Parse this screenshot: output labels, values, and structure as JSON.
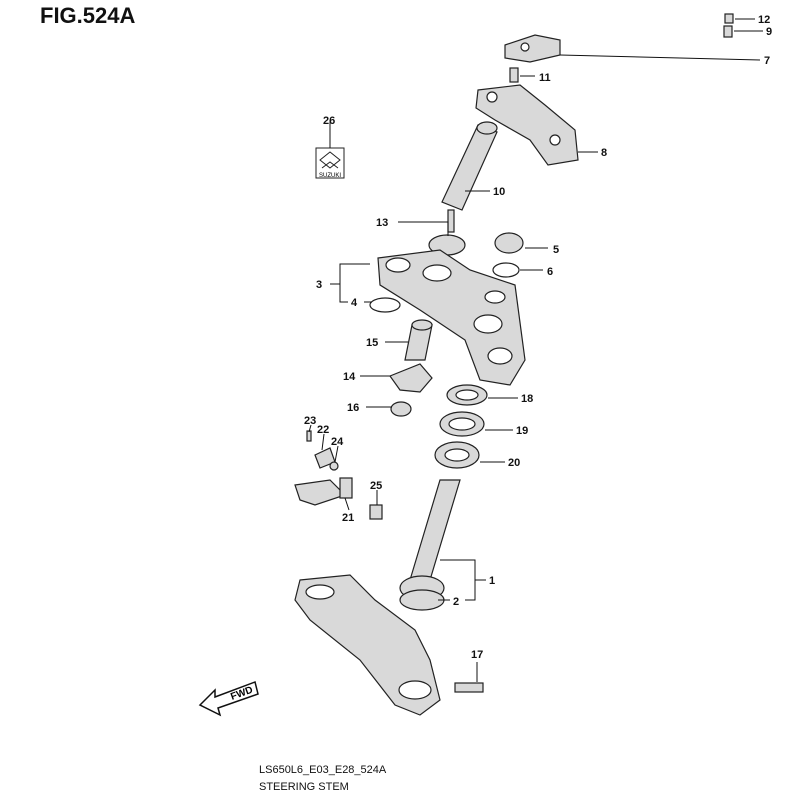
{
  "title": "FIG.524A",
  "footer": {
    "code": "LS650L6_E03_E28_524A",
    "name": "STEERING STEM"
  },
  "logo": {
    "text": "SUZUKI"
  },
  "fwd_label": "FWD",
  "callouts": {
    "c1": "1",
    "c2": "2",
    "c3": "3",
    "c4": "4",
    "c5": "5",
    "c6": "6",
    "c7": "7",
    "c8": "8",
    "c9": "9",
    "c10": "10",
    "c11": "11",
    "c12": "12",
    "c13": "13",
    "c14": "14",
    "c15": "15",
    "c16": "16",
    "c17": "17",
    "c18": "18",
    "c19": "19",
    "c20": "20",
    "c21": "21",
    "c22": "22",
    "c23": "23",
    "c24": "24",
    "c25": "25",
    "c26": "26"
  }
}
